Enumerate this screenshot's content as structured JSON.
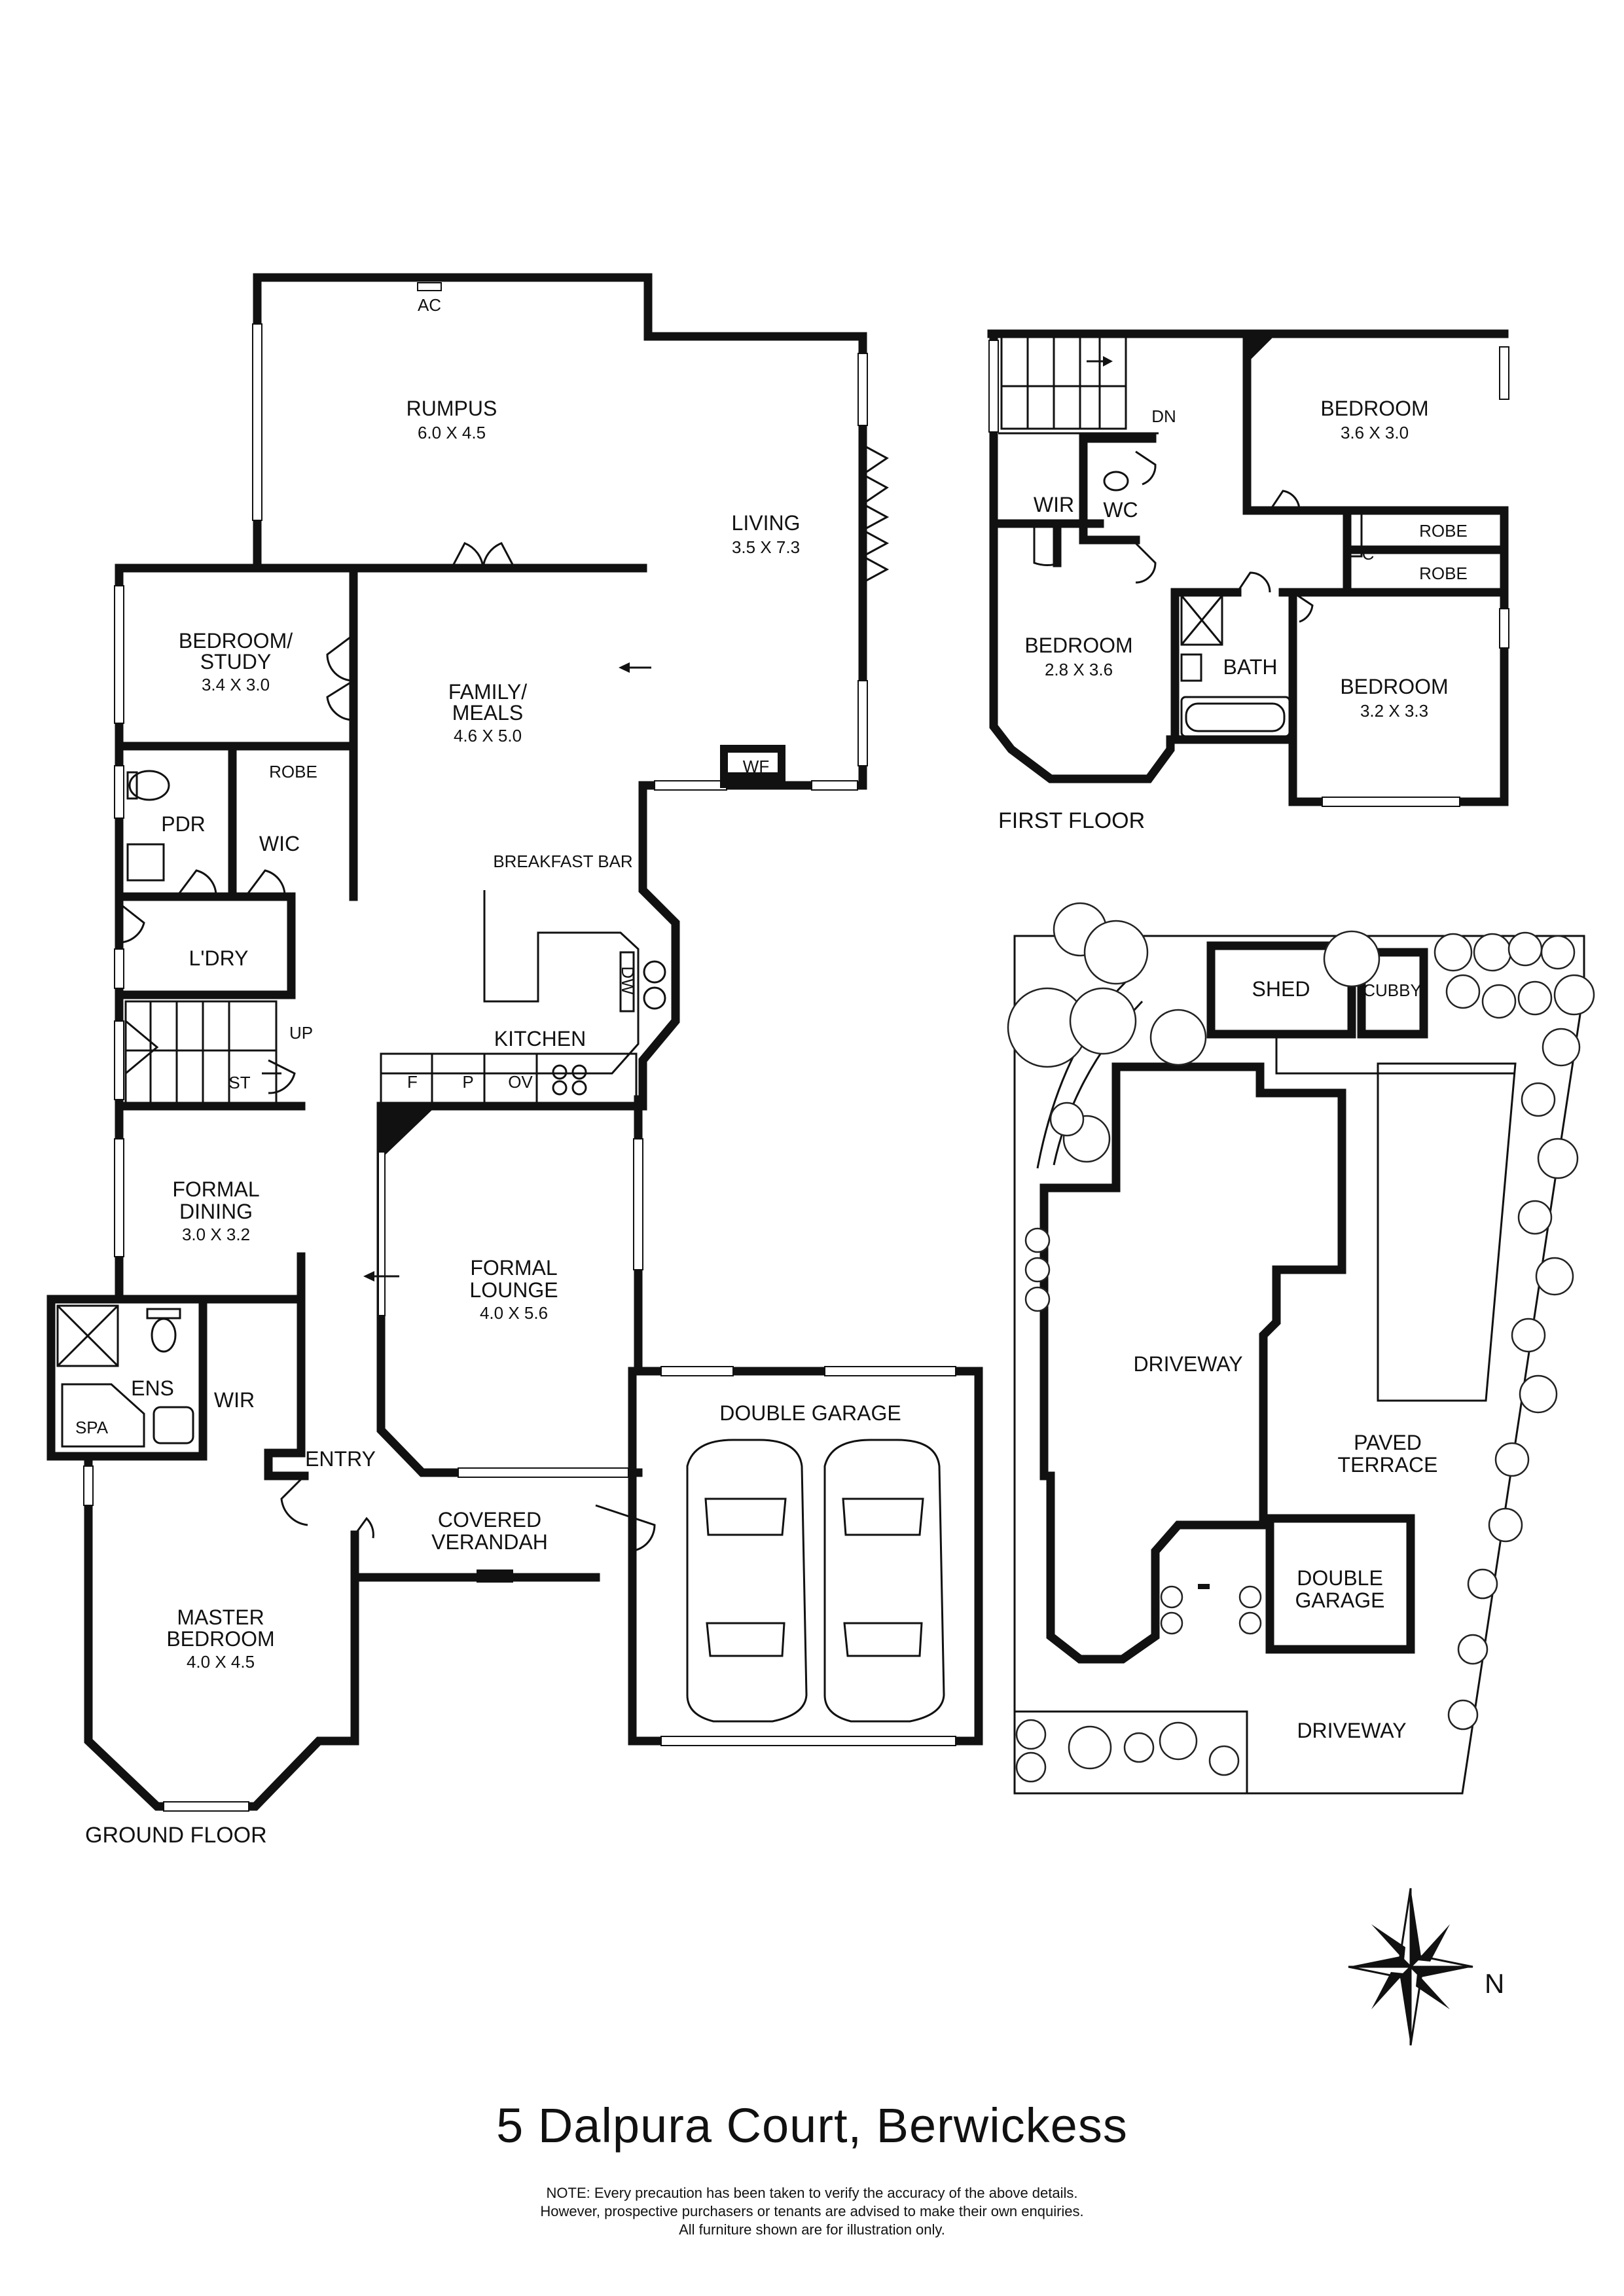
{
  "ground_floor": {
    "label": "GROUND FLOOR",
    "rooms": [
      {
        "id": "rumpus",
        "name": "RUMPUS",
        "dims": "6.0 X 4.5"
      },
      {
        "id": "living",
        "name": "LIVING",
        "dims": "3.5 X 7.3"
      },
      {
        "id": "bedroom-study",
        "name1": "BEDROOM/",
        "name2": "STUDY",
        "dims": "3.4 X 3.0"
      },
      {
        "id": "family-meals",
        "name1": "FAMILY/",
        "name2": "MEALS",
        "dims": "4.6 X 5.0"
      },
      {
        "id": "formal-dining",
        "name1": "FORMAL",
        "name2": "DINING",
        "dims": "3.0 X 3.2"
      },
      {
        "id": "formal-lounge",
        "name1": "FORMAL",
        "name2": "LOUNGE",
        "dims": "4.0 X 5.6"
      },
      {
        "id": "master-bedroom",
        "name1": "MASTER",
        "name2": "BEDROOM",
        "dims": "4.0 X 4.5"
      },
      {
        "id": "double-garage",
        "name": "DOUBLE GARAGE"
      },
      {
        "id": "covered-verandah",
        "name1": "COVERED",
        "name2": "VERANDAH"
      }
    ],
    "labels": {
      "ac": "AC",
      "wf": "WF",
      "robe": "ROBE",
      "pdr": "PDR",
      "wic": "WIC",
      "ldry": "L'DRY",
      "up": "UP",
      "st": "ST",
      "breakfast_bar": "BREAKFAST BAR",
      "dw": "DW",
      "kitchen": "KITCHEN",
      "f": "F",
      "p": "P",
      "ov": "OV",
      "ens": "ENS",
      "spa": "SPA",
      "wir": "WIR",
      "entry": "ENTRY"
    }
  },
  "first_floor": {
    "label": "FIRST FLOOR",
    "rooms": [
      {
        "id": "bedroom-ne",
        "name": "BEDROOM",
        "dims": "3.6 X 3.0"
      },
      {
        "id": "bedroom-w",
        "name": "BEDROOM",
        "dims": "2.8 X 3.6"
      },
      {
        "id": "bedroom-se",
        "name": "BEDROOM",
        "dims": "3.2 X 3.3"
      }
    ],
    "labels": {
      "dn": "DN",
      "wir": "WIR",
      "wc": "WC",
      "c": "C",
      "robe1": "ROBE",
      "robe2": "ROBE",
      "bath": "BATH"
    }
  },
  "site_plan": {
    "labels": {
      "shed": "SHED",
      "cubby": "CUBBY",
      "driveway_main": "DRIVEWAY",
      "paved1": "PAVED",
      "paved2": "TERRACE",
      "garage1": "DOUBLE",
      "garage2": "GARAGE",
      "driveway_front": "DRIVEWAY"
    }
  },
  "compass": {
    "north_label": "N",
    "icon": "compass-rose-icon"
  },
  "address": "5 Dalpura Court, Berwickess",
  "note": {
    "line1": "NOTE: Every precaution has been taken to verify the accuracy of the above details.",
    "line2": "However, prospective purchasers or tenants are advised to make their own enquiries.",
    "line3": "All furniture shown are for illustration only."
  }
}
